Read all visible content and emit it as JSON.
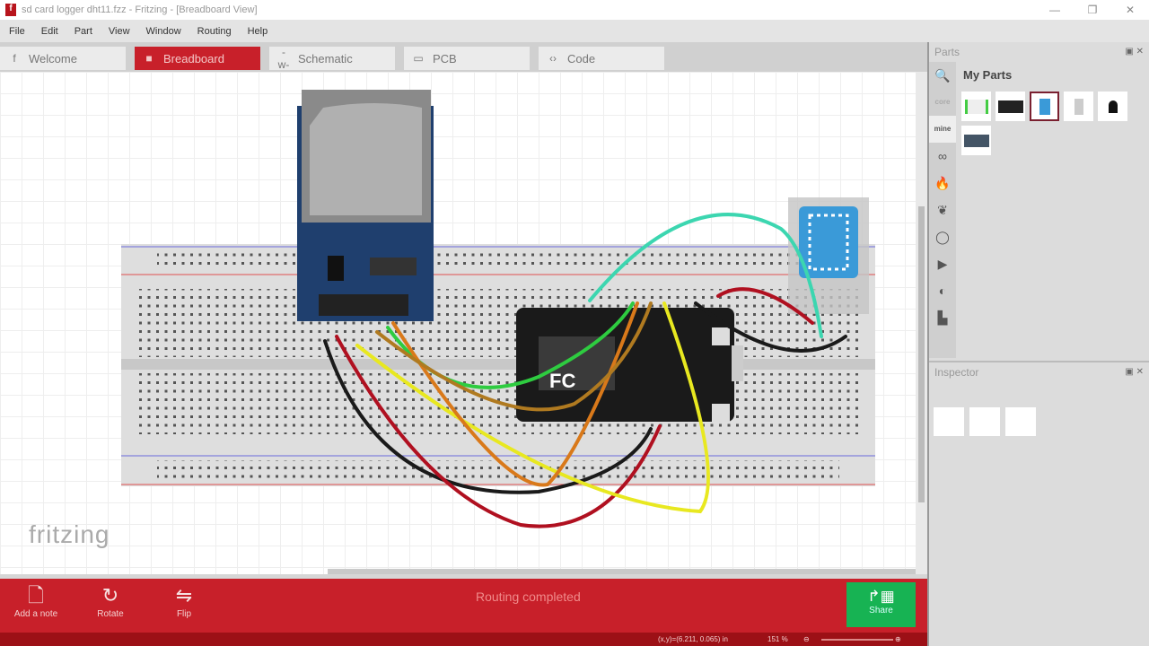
{
  "window": {
    "title": "sd card logger dht11.fzz - Fritzing - [Breadboard View]",
    "controls": [
      "—",
      "❐",
      "✕"
    ]
  },
  "menu": [
    "File",
    "Edit",
    "Part",
    "View",
    "Window",
    "Routing",
    "Help"
  ],
  "tabs": [
    {
      "label": "Welcome",
      "icon": "f"
    },
    {
      "label": "Breadboard",
      "icon": "■"
    },
    {
      "label": "Schematic",
      "icon": "-w-"
    },
    {
      "label": "PCB",
      "icon": "▭"
    },
    {
      "label": "Code",
      "icon": "‹›"
    }
  ],
  "canvas": {
    "brand": "fritzing"
  },
  "toolbar": {
    "add_note": "Add a note",
    "rotate": "Rotate",
    "flip": "Flip",
    "status": "Routing completed",
    "share": "Share"
  },
  "statusbar": {
    "coords": "(x,y)=(6.211, 0.065) in",
    "zoom": "151 %"
  },
  "parts_panel": {
    "title": "Parts",
    "section": "My Parts",
    "bins": [
      "core",
      "mine"
    ]
  },
  "inspector": {
    "title": "Inspector"
  }
}
